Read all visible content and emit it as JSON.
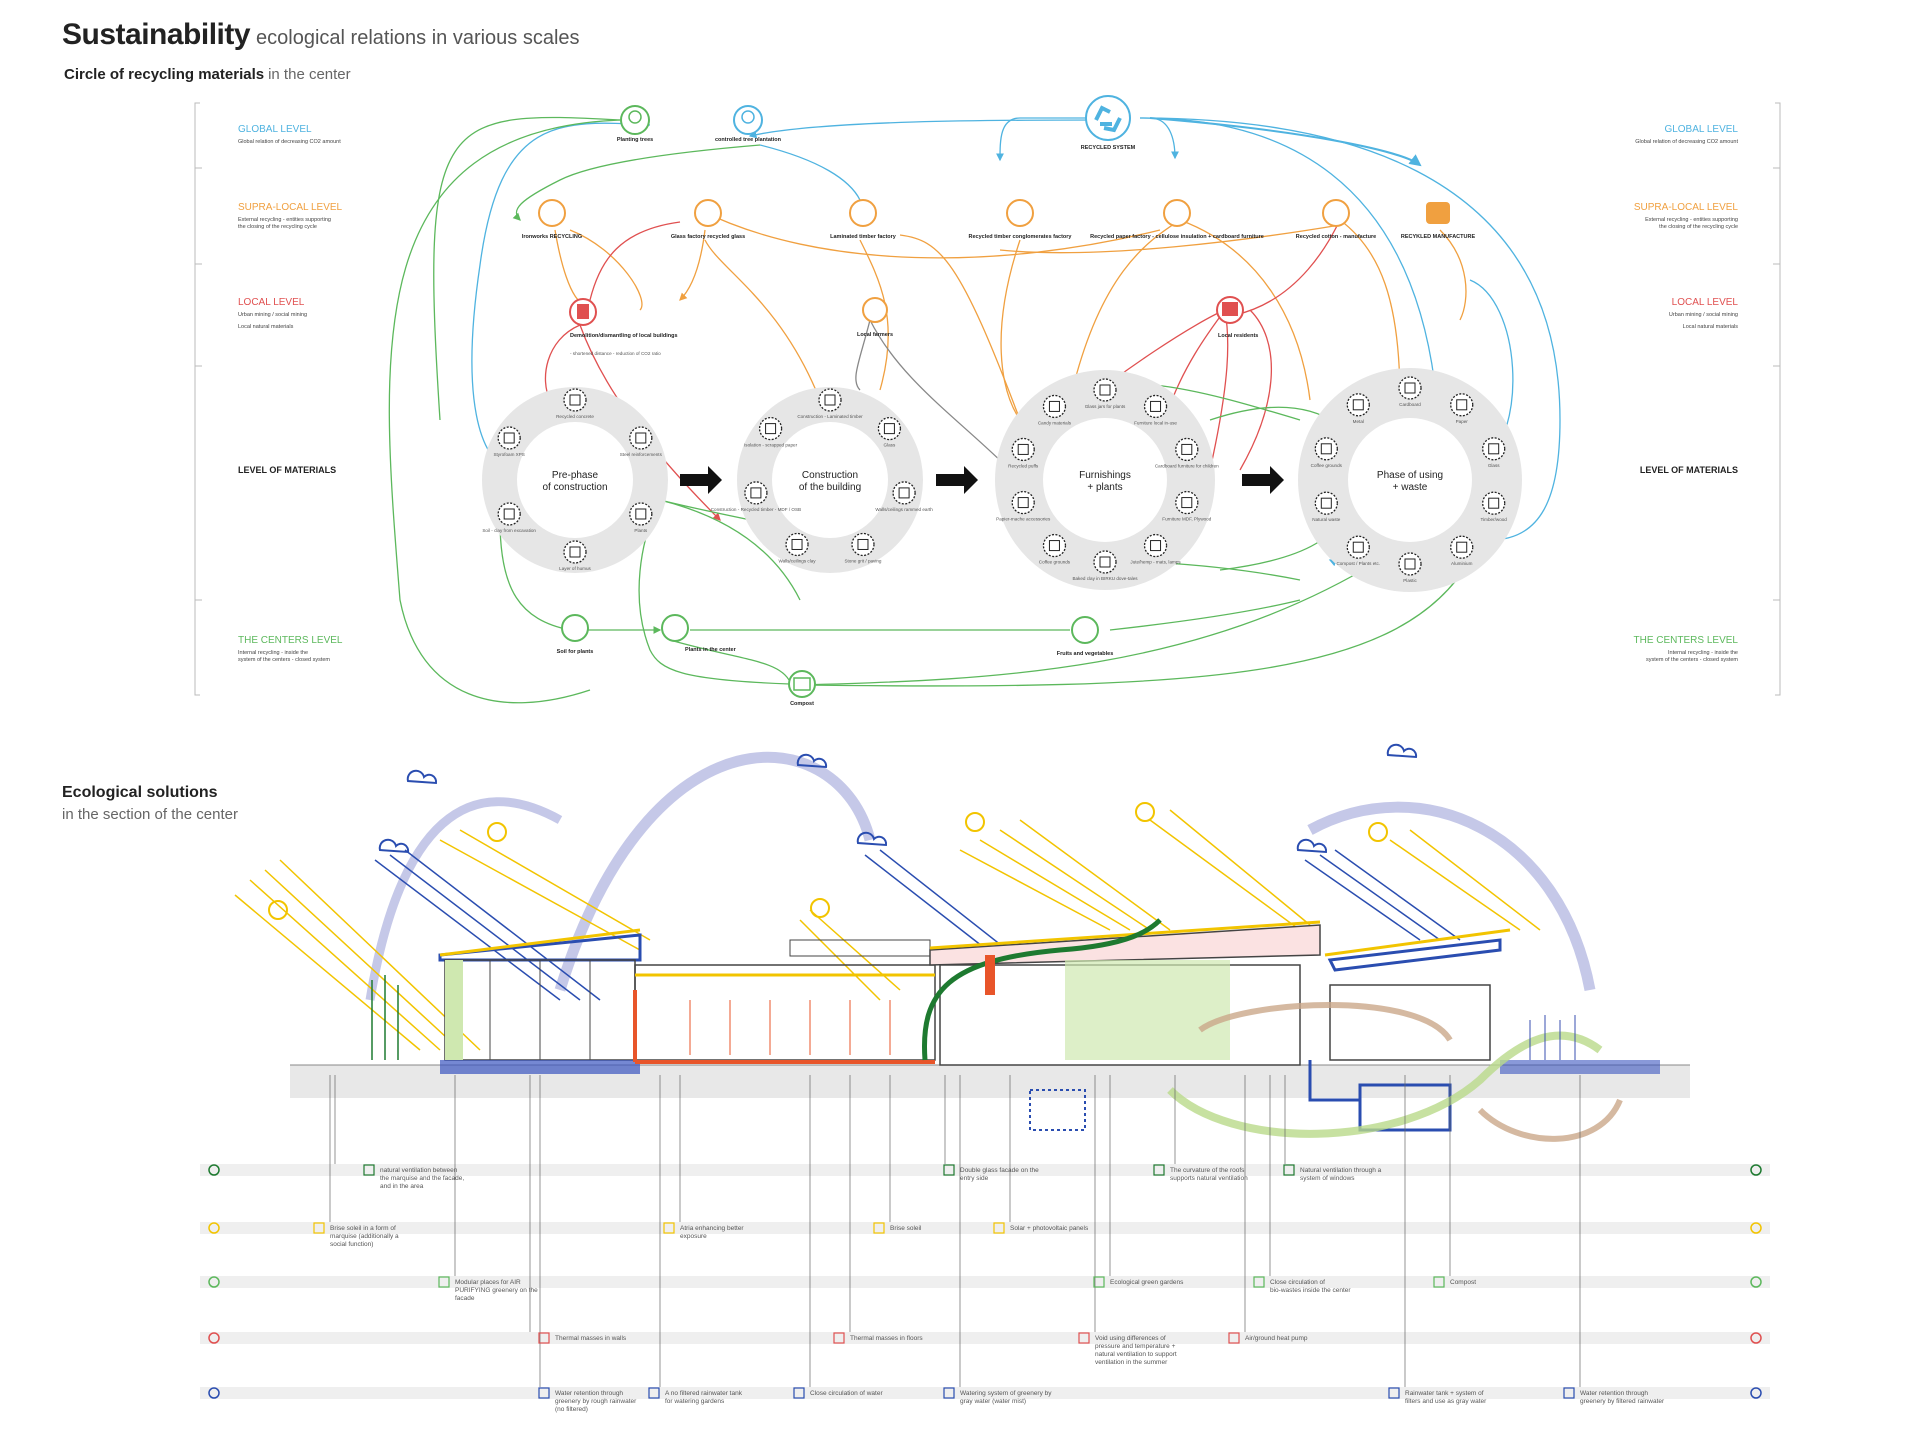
{
  "header": {
    "title": "Sustainability",
    "title_sub": "ecological relations in various scales",
    "subtitle": "Circle of recycling materials",
    "subtitle_sub": "in the center"
  },
  "levels": {
    "global": {
      "name": "GLOBAL LEVEL",
      "desc": "Global relation of decreasing CO2 amount",
      "color": "#4fb3e0"
    },
    "supra": {
      "name": "SUPRA-LOCAL LEVEL",
      "desc1": "External recycling - entities supporting",
      "desc2": "the closing of the recycling cycle",
      "color": "#f0a040"
    },
    "local": {
      "name": "LOCAL LEVEL",
      "desc1": "Urban mining / social mining",
      "desc2": "Local natural materials",
      "color": "#e05050"
    },
    "materials": {
      "name": "LEVEL OF MATERIALS"
    },
    "centers": {
      "name": "THE CENTERS LEVEL",
      "desc1": "Internal recycling - inside the",
      "desc2": "system of the centers - closed system",
      "color": "#5cb85c"
    }
  },
  "nodes": {
    "planting": "Planting trees",
    "controlled": "controlled tree plantation",
    "recycled_system": "RECYCLED SYSTEM",
    "ironworks": "Ironworks RECYCLING",
    "glass_factory": "Glass factory recycled glass",
    "laminated": "Laminated timber factory",
    "conglomerates": "Recycled timber conglomerates factory",
    "paper_factory": "Recycled paper factory - cellulose insulation + cardboard furniture",
    "cotton": "Recycled cotton - manufacture",
    "recycled_manufacture": "RECYKLED MANUFACTURE",
    "demolition": "Demolition/dismantling of local buildings",
    "demolition_sub": "- shortened distance - reduction of CO2 ratio",
    "local_farmers": "Local farmers",
    "local_residents": "Local residents",
    "soil": "Soil for plants",
    "plants_center": "Plants in the center",
    "fruits": "Fruits and vegetables",
    "compost": "Compost"
  },
  "circles": [
    {
      "title1": "Pre-phase",
      "title2": "of construction",
      "items": [
        "Recycled concrete",
        "Steel reinforcements",
        "Plants",
        "Layer of humus",
        "Soil - clay from excavation",
        "Styrofoam XPS"
      ]
    },
    {
      "title1": "Construction",
      "title2": "of the building",
      "items": [
        "Construction - Laminated timber",
        "Glass",
        "Walls/ceilings rammed earth",
        "Stone grit / paving",
        "Walls/ceilings clay",
        "Construction - Recycled timber - MDF / OSB",
        "Isolation - scrapped paper"
      ]
    },
    {
      "title1": "Furnishings",
      "title2": "+ plants",
      "items": [
        "Glass jars for plants",
        "Furniture local in-use",
        "Cardboard furniture for children",
        "Furniture MDF, Plywood",
        "Jute/hemp - mats, lamps",
        "Baked clay in BIRKU dove-tales",
        "Coffee grounds",
        "Papier-mache accessories",
        "Recycled puffs",
        "Candy materials"
      ]
    },
    {
      "title1": "Phase of using",
      "title2": "+ waste",
      "items": [
        "Cardboard",
        "Paper",
        "Glass",
        "Timber/wood",
        "Aluminium",
        "Plastic",
        "Compost / Plants etc.",
        "Natural waste",
        "Coffee grounds",
        "Metal"
      ]
    }
  ],
  "eco": {
    "title": "Ecological solutions",
    "subtitle": "in the section of the center"
  },
  "legend_rows": [
    {
      "icon": "wind-icon",
      "entries": [
        "natural ventilation between the marquise and the facade, and in the area",
        "Double glass facade on the entry side",
        "The curvature of the roofs supports natural ventilation",
        "Natural ventilation through a system of windows"
      ]
    },
    {
      "icon": "sun-icon",
      "entries": [
        "Brise soleil in a form of marquise (additionally a social function)",
        "Atria enhancing better exposure",
        "Brise soleil",
        "Solar + photovoltaic panels"
      ]
    },
    {
      "icon": "leaf-icon",
      "entries": [
        "Modular places for AIR PURIFYING greenery on the facade",
        "Ecological green gardens",
        "Close circulation of bio-wastes inside the center",
        "Compost"
      ]
    },
    {
      "icon": "heat-icon",
      "entries": [
        "Thermal masses in walls",
        "Thermal masses in floors",
        "Void using differences of pressure and temperature + natural ventilation to support ventilation in the summer",
        "Air/ground heat pump"
      ]
    },
    {
      "icon": "rain-icon",
      "entries": [
        "Water retention through greenery by rough rainwater (no filtered)",
        "A no filtered rainwater tank for watering gardens",
        "Close circulation of water",
        "Watering system of greenery by gray water (water mist)",
        "Rainwater tank + system of filters and use as gray water",
        "Water retention through greenery by filtered rainwater"
      ]
    }
  ],
  "colors": {
    "blue": "#4fb3e0",
    "orange": "#f0a040",
    "red": "#e05050",
    "green": "#5cb85c",
    "grey": "#e6e6e6",
    "sun": "#f2c400",
    "rain": "#2a4db0",
    "section_red": "#e8552a"
  }
}
